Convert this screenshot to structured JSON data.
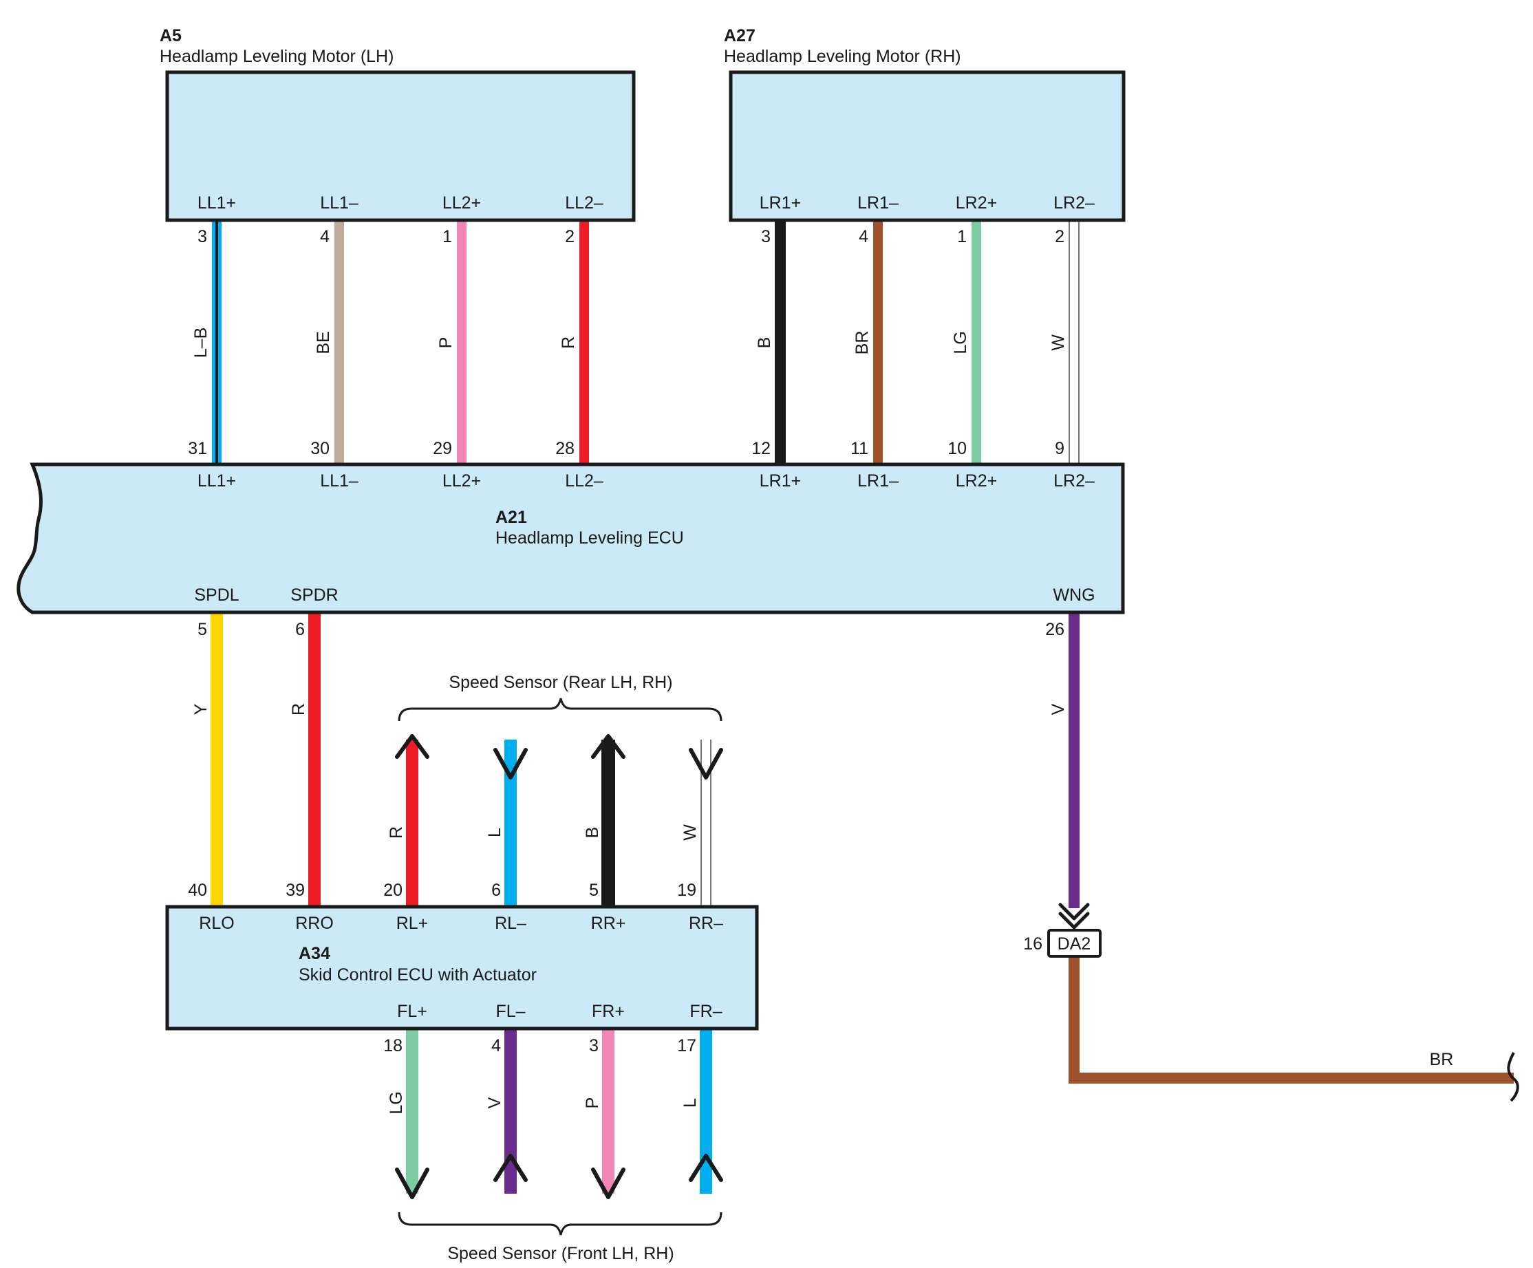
{
  "colors": {
    "box_fill": "#cce9f8",
    "Y": "#ffd700",
    "R": "#ee1d25",
    "L": "#00aeef",
    "B": "#1a1a1a",
    "BE": "#bfa99b",
    "P": "#f287b7",
    "BR": "#a0522d",
    "LG": "#7ccba2",
    "V": "#6a2c8f",
    "W": "#ffffff"
  },
  "components": {
    "a5": {
      "id": "A5",
      "name": "Headlamp Leveling Motor (LH)"
    },
    "a27": {
      "id": "A27",
      "name": "Headlamp Leveling Motor (RH)"
    },
    "a21": {
      "id": "A21",
      "name": "Headlamp Leveling ECU"
    },
    "a34": {
      "id": "A34",
      "name": "Skid Control ECU with Actuator"
    }
  },
  "pins": {
    "a5": [
      {
        "name": "LL1+",
        "pin": "3"
      },
      {
        "name": "LL1–",
        "pin": "4"
      },
      {
        "name": "LL2+",
        "pin": "1"
      },
      {
        "name": "LL2–",
        "pin": "2"
      }
    ],
    "a27": [
      {
        "name": "LR1+",
        "pin": "3"
      },
      {
        "name": "LR1–",
        "pin": "4"
      },
      {
        "name": "LR2+",
        "pin": "1"
      },
      {
        "name": "LR2–",
        "pin": "2"
      }
    ],
    "a21_top": [
      {
        "name": "LL1+",
        "pin": "31"
      },
      {
        "name": "LL1–",
        "pin": "30"
      },
      {
        "name": "LL2+",
        "pin": "29"
      },
      {
        "name": "LL2–",
        "pin": "28"
      },
      {
        "name": "LR1+",
        "pin": "12"
      },
      {
        "name": "LR1–",
        "pin": "11"
      },
      {
        "name": "LR2+",
        "pin": "10"
      },
      {
        "name": "LR2–",
        "pin": "9"
      }
    ],
    "a21_bottom": [
      {
        "name": "SPDL",
        "pin": "5"
      },
      {
        "name": "SPDR",
        "pin": "6"
      },
      {
        "name": "WNG",
        "pin": "26"
      }
    ],
    "a34_top": [
      {
        "name": "RLO",
        "pin": "40"
      },
      {
        "name": "RRO",
        "pin": "39"
      },
      {
        "name": "RL+",
        "pin": "20"
      },
      {
        "name": "RL–",
        "pin": "6"
      },
      {
        "name": "RR+",
        "pin": "5"
      },
      {
        "name": "RR–",
        "pin": "19"
      }
    ],
    "a34_bottom": [
      {
        "name": "FL+",
        "pin": "18"
      },
      {
        "name": "FL–",
        "pin": "4"
      },
      {
        "name": "FR+",
        "pin": "3"
      },
      {
        "name": "FR–",
        "pin": "17"
      }
    ]
  },
  "wires": {
    "a5_a21": [
      "L–B",
      "BE",
      "P",
      "R"
    ],
    "a27_a21": [
      "B",
      "BR",
      "LG",
      "W"
    ],
    "a21_a34": [
      "Y",
      "R"
    ],
    "rear_sensors": [
      "R",
      "L",
      "B",
      "W"
    ],
    "front_sensors": [
      "LG",
      "V",
      "P",
      "L"
    ],
    "wng": "V",
    "ground": "BR"
  },
  "connector": {
    "id": "DA2",
    "pin": "16"
  },
  "groups": {
    "rear": "Speed Sensor (Rear LH,  RH)",
    "front": "Speed Sensor (Front LH,  RH)"
  }
}
